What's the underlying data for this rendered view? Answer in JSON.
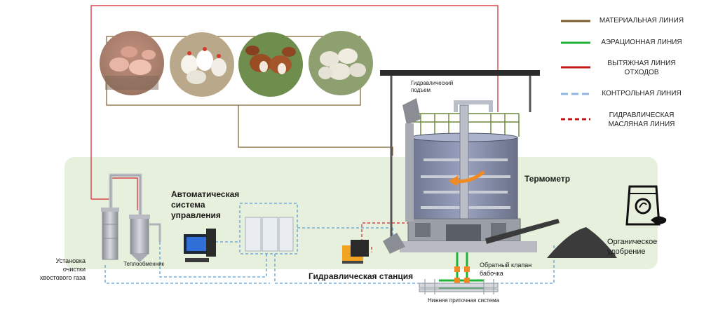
{
  "colors": {
    "material": "#7a5c2a",
    "aeration": "#1fb33a",
    "waste": "#d0252a",
    "control": "#5a9fd6",
    "hydraulic": "#d0252a",
    "panel_bg": "#e6f0dc"
  },
  "legend": [
    {
      "id": "material",
      "lines": [
        "МАТЕРИАЛЬНАЯ ЛИНИЯ"
      ],
      "style": "solid-brown"
    },
    {
      "id": "aeration",
      "lines": [
        "АЭРАЦИОННАЯ ЛИНИЯ"
      ],
      "style": "solid-green"
    },
    {
      "id": "waste",
      "lines": [
        "ВЫТЯЖНАЯ ЛИНИЯ",
        "ОТХОДОВ"
      ],
      "style": "solid-red"
    },
    {
      "id": "control",
      "lines": [
        "КОНТРОЛЬНАЯ ЛИНИЯ"
      ],
      "style": "dashed-blue"
    },
    {
      "id": "hydraulic",
      "lines": [
        "ГИДРАВЛИЧЕСКАЯ",
        "МАСЛЯНАЯ ЛИНИЯ"
      ],
      "style": "dashed-red"
    }
  ],
  "labels": {
    "hydraulic_lift": [
      "Гидравлический",
      "подъем"
    ],
    "thermometer": "Термометр",
    "auto_control": [
      "Автоматическая",
      "система",
      "управления"
    ],
    "organic_fertilizer": [
      "Органическое",
      "удобрение"
    ],
    "tail_gas": [
      "Установка",
      "очистки",
      "хвостового газа"
    ],
    "heat_exchanger": "Теплообменник",
    "hydraulic_station": "Гидравлическая станция",
    "butterfly_valve": [
      "Обратный клапан",
      "бабочка"
    ],
    "lower_supply": "Нижняя приточная система"
  },
  "animals": [
    {
      "name": "pigs",
      "icon": "pig-icon"
    },
    {
      "name": "chickens",
      "icon": "chicken-icon"
    },
    {
      "name": "cows",
      "icon": "cow-icon"
    },
    {
      "name": "sheep",
      "icon": "sheep-icon"
    }
  ]
}
